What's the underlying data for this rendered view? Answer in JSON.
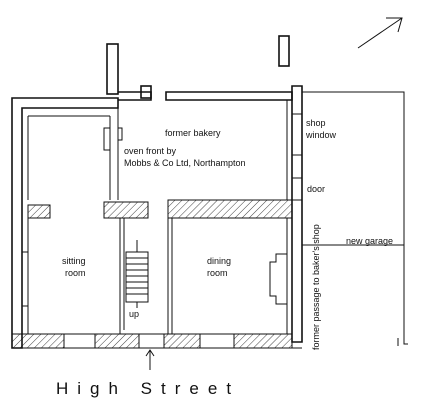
{
  "labels": {
    "former_bakery": "former bakery",
    "oven_front_line1": "oven front by",
    "oven_front_line2": "Mobbs & Co Ltd, Northampton",
    "shop_window_line1": "shop",
    "shop_window_line2": "window",
    "door": "door",
    "new_garage": "new garage",
    "former_passage": "former passage to baker's shop",
    "sitting_room_line1": "sitting",
    "sitting_room_line2": "room",
    "dining_room_line1": "dining",
    "dining_room_line2": "room",
    "stairs_up": "up",
    "street_name": "High Street"
  },
  "icons": {
    "north_arrow": "north-arrow-icon",
    "entrance_arrow": "entrance-arrow-icon"
  },
  "colors": {
    "line": "#111111",
    "background": "#ffffff"
  }
}
